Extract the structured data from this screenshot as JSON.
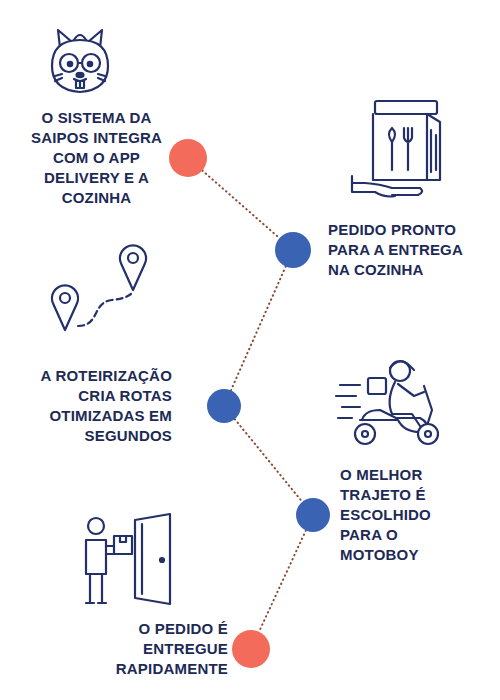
{
  "diagram": {
    "nodes": [
      {
        "text": [
          "O SISTEMA DA SAIPOS INTEGRA COM O APP DELIVERY E A COZINHA"
        ]
      },
      {
        "text": [
          "PEDIDO PRONTO PARA A ENTREGA NA COZINHA"
        ]
      },
      {
        "text": [
          "A ROTEIRIZAÇÃO CRIA ROTAS OTIMIZADAS EM SEGUNDOS"
        ]
      },
      {
        "text": [
          "O MELHOR TRAJETO É ESCOLHIDO PARA O MOTOBOY"
        ]
      },
      {
        "text": [
          "O PEDIDO É ENTREGUE RAPIDAMENTE"
        ]
      }
    ],
    "edges": [
      {
        "from": 0,
        "to": 1,
        "arrow": "none"
      },
      {
        "from": 1,
        "to": 2,
        "arrow": "none"
      },
      {
        "from": 2,
        "to": 3,
        "arrow": "none"
      },
      {
        "from": 3,
        "to": 4,
        "arrow": "none"
      }
    ]
  }
}
